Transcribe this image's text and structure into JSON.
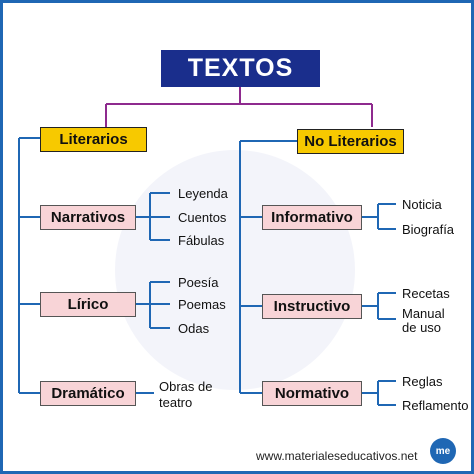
{
  "title": "TEXTOS",
  "branches": [
    {
      "label": "Literarios",
      "children": [
        {
          "label": "Narrativos",
          "items": [
            "Leyenda",
            "Cuentos",
            "Fábulas"
          ]
        },
        {
          "label": "Lírico",
          "items": [
            "Poesía",
            "Poemas",
            "Odas"
          ]
        },
        {
          "label": "Dramático",
          "items": [
            "Obras de",
            "teatro"
          ]
        }
      ]
    },
    {
      "label": "No Literarios",
      "children": [
        {
          "label": "Informativo",
          "items": [
            "Noticia",
            "Biografía"
          ]
        },
        {
          "label": "Instructivo",
          "items": [
            "Recetas",
            "Manual",
            "de uso"
          ]
        },
        {
          "label": "Normativo",
          "items": [
            "Reglas",
            "Reflamento"
          ]
        }
      ]
    }
  ],
  "footer": {
    "url": "www.materialeseducativos.net",
    "logo_text": "me"
  },
  "colors": {
    "title_bg": "#1a2e8c",
    "category_bg": "#f7c900",
    "sub_bg": "#f8d4d7",
    "connector": "#1f67b4",
    "title_connector": "#8e2a8e"
  }
}
